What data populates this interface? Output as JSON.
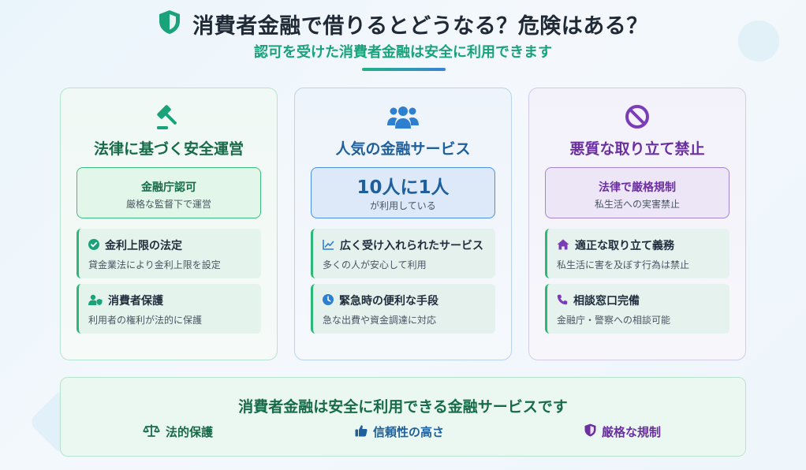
{
  "header": {
    "title": "消費者金融で借りるとどうなる？危険はある？",
    "subtitle": "認可を受けた消費者金融は安全に利用できます",
    "title_icon": "shield-check-icon"
  },
  "colors": {
    "green": "#176b49",
    "accent_green": "#1aa37a",
    "blue": "#1f5f9c",
    "purple": "#6b2fa0"
  },
  "cards": [
    {
      "icon": "gavel-icon",
      "title": "法律に基づく安全運営",
      "highlight": {
        "main": "金融庁認可",
        "sub": "厳格な監督下で運営"
      },
      "features": [
        {
          "icon": "check-circle-icon",
          "title": "金利上限の法定",
          "desc": "貸金業法により金利上限を設定"
        },
        {
          "icon": "user-shield-icon",
          "title": "消費者保護",
          "desc": "利用者の権利が法的に保護"
        }
      ]
    },
    {
      "icon": "users-icon",
      "title": "人気の金融サービス",
      "highlight": {
        "main": "10人に1人",
        "sub": "が利用している"
      },
      "features": [
        {
          "icon": "chart-line-icon",
          "title": "広く受け入れられたサービス",
          "desc": "多くの人が安心して利用"
        },
        {
          "icon": "clock-icon",
          "title": "緊急時の便利な手段",
          "desc": "急な出費や資金調達に対応"
        }
      ]
    },
    {
      "icon": "ban-icon",
      "title": "悪質な取り立て禁止",
      "highlight": {
        "main": "法律で厳格規制",
        "sub": "私生活への実害禁止"
      },
      "features": [
        {
          "icon": "home-icon",
          "title": "適正な取り立て義務",
          "desc": "私生活に害を及ぼす行為は禁止"
        },
        {
          "icon": "phone-icon",
          "title": "相談窓口完備",
          "desc": "金融庁・警察への相談可能"
        }
      ]
    }
  ],
  "bottom": {
    "title": "消費者金融は安全に利用できる金融サービスです",
    "items": [
      {
        "icon": "balance-scale-icon",
        "label": "法的保護"
      },
      {
        "icon": "thumbs-up-icon",
        "label": "信頼性の高さ"
      },
      {
        "icon": "shield-icon",
        "label": "厳格な規制"
      }
    ]
  }
}
